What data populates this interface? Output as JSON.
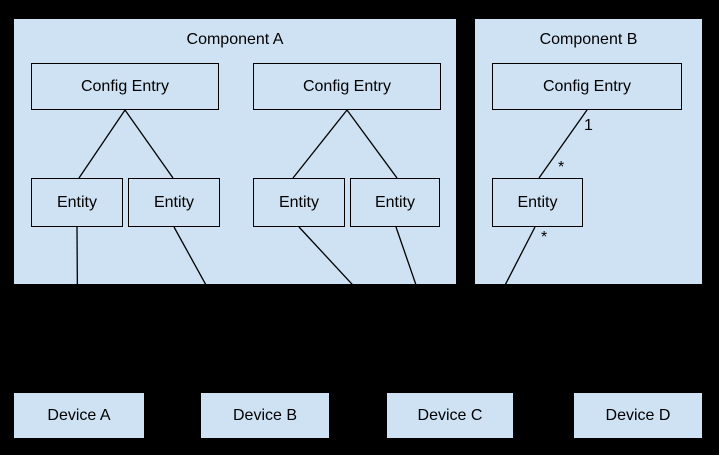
{
  "theme": {
    "background": "#000000",
    "box_fill": "#cfe2f3",
    "line_color": "#000000",
    "text_color": "#000000"
  },
  "components": [
    {
      "title": "Component A",
      "config_entries": [
        {
          "label": "Config Entry"
        },
        {
          "label": "Config Entry"
        }
      ],
      "entities": [
        {
          "label": "Entity"
        },
        {
          "label": "Entity"
        },
        {
          "label": "Entity"
        },
        {
          "label": "Entity"
        }
      ]
    },
    {
      "title": "Component B",
      "config_entries": [
        {
          "label": "Config Entry"
        }
      ],
      "entities": [
        {
          "label": "Entity"
        }
      ],
      "multiplicity": {
        "config_end": "1",
        "entity_top": "*",
        "entity_bottom": "*"
      }
    }
  ],
  "devices": [
    {
      "label": "Device A"
    },
    {
      "label": "Device B"
    },
    {
      "label": "Device C"
    },
    {
      "label": "Device D"
    }
  ]
}
